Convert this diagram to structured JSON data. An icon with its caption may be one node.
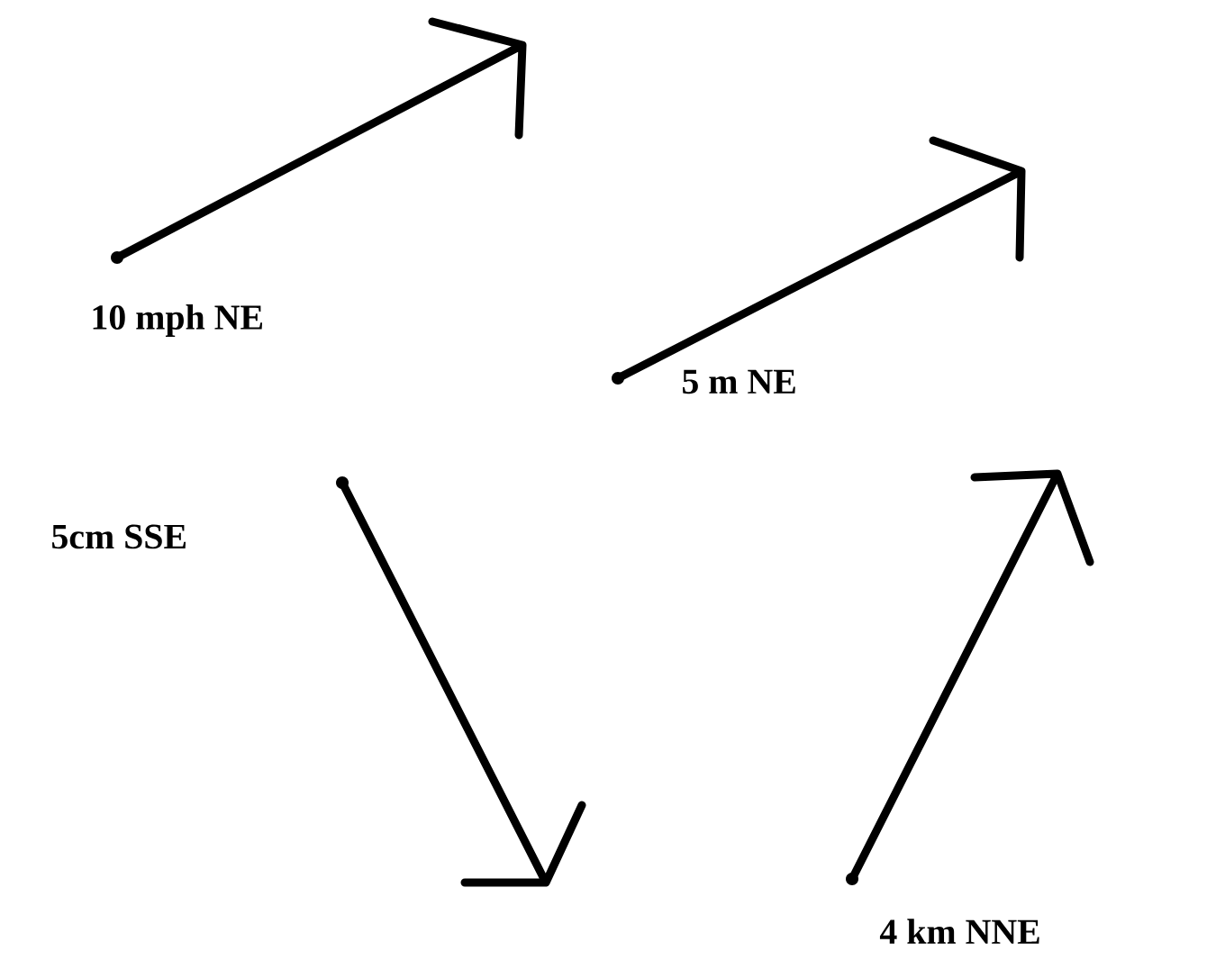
{
  "diagram": {
    "labels": [
      "10 mph NE",
      "5 m NE",
      "5cm SSE",
      "4 km NNE"
    ]
  }
}
